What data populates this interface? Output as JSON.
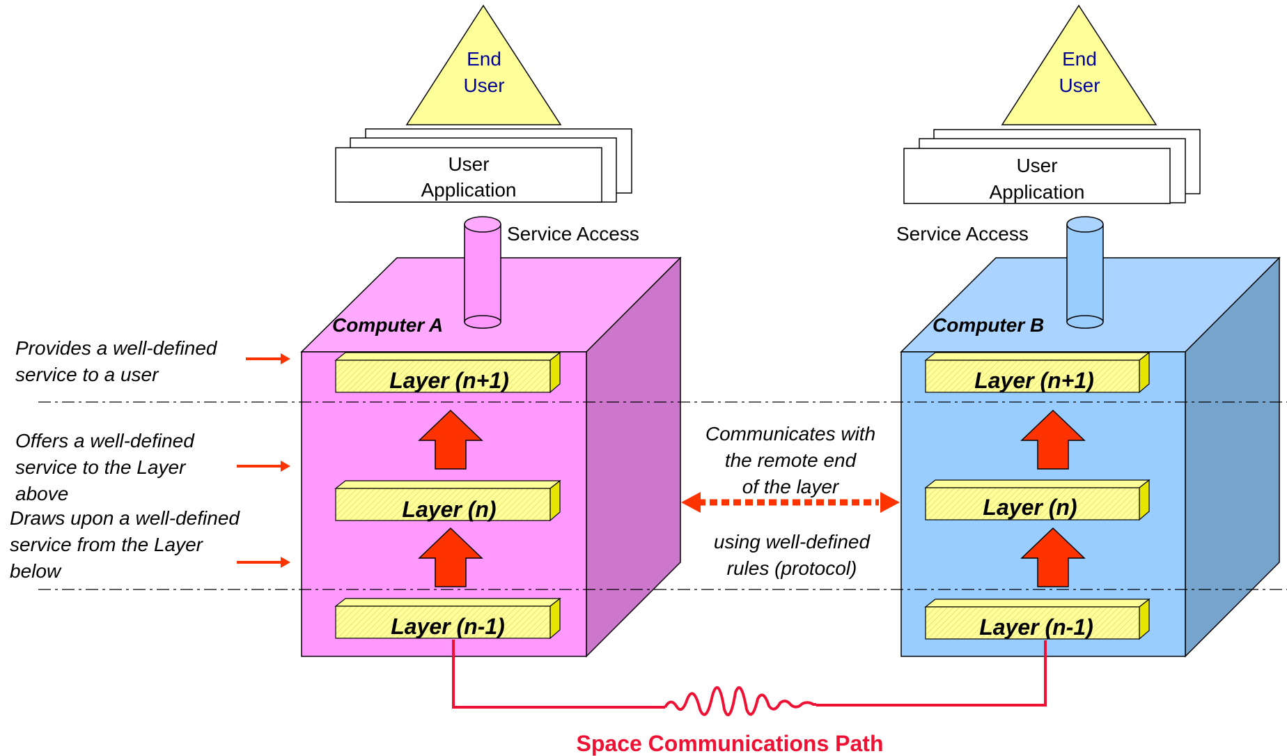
{
  "computer_a": {
    "title": "Computer A",
    "end_user": [
      "End",
      "User"
    ],
    "app": [
      "User",
      "Application"
    ],
    "service_access": "Service Access",
    "layers": {
      "top": "Layer (n+1)",
      "mid": "Layer (n)",
      "bottom": "Layer (n-1)"
    },
    "colors": {
      "front": "#ff99ff",
      "top": "#ffaaff",
      "side": "#cc77cc",
      "cylinder": "#ff99ff"
    }
  },
  "computer_b": {
    "title": "Computer B",
    "end_user": [
      "End",
      "User"
    ],
    "app": [
      "User",
      "Application"
    ],
    "service_access": "Service Access",
    "layers": {
      "top": "Layer (n+1)",
      "mid": "Layer (n)",
      "bottom": "Layer (n-1)"
    },
    "colors": {
      "front": "#99ccff",
      "top": "#aad4ff",
      "side": "#77a4cc",
      "cylinder": "#99ccff"
    }
  },
  "annotations": {
    "provides": [
      "Provides a well-defined",
      "service to a user"
    ],
    "offers": [
      "Offers a well-defined",
      "service to the Layer",
      "above"
    ],
    "draws": [
      "Draws upon a well-defined",
      "service from the Layer",
      "below"
    ],
    "communicates": [
      "Communicates with",
      "the remote end",
      "of the layer"
    ],
    "rules": [
      "using well-defined",
      "rules (protocol)"
    ]
  },
  "path_label": "Space Communications Path",
  "colors": {
    "arrow_fill": "#ff3300",
    "annotation_arrow": "#ff3300",
    "path_line": "#ee1133",
    "layer_fill": "#ffff99",
    "layer_side": "#e5e500",
    "triangle": "#ffff99",
    "end_user_text": "#000099"
  }
}
